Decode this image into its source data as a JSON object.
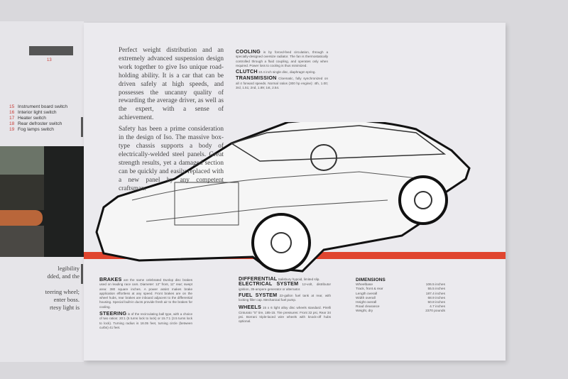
{
  "left_page": {
    "page_number": "13",
    "legend": [
      {
        "num": "15",
        "label": "Instrument board switch"
      },
      {
        "num": "16",
        "label": "Interior light switch"
      },
      {
        "num": "17",
        "label": "Heater switch"
      },
      {
        "num": "18",
        "label": "Rear defroster switch"
      },
      {
        "num": "19",
        "label": "Fog lamps switch"
      }
    ],
    "text_lines": [
      "legibility",
      "dded, and the",
      "",
      "teering wheel;",
      "enter boss.",
      "rtesy light is"
    ]
  },
  "intro": {
    "p1": "Perfect weight distribution and an extremely advanced suspension design work together to give Iso unique road-holding ability. It is a car that can be driven safely at high speeds, and possesses the uncanny quality of rewarding the average driver, as well as the expert, with a sense of achievement.",
    "p2": "Safety has been a prime consideration in the design of Iso. The massive box-type chassis supports a body of electrically-welded steel panels. Great strength results, yet a damaged section can be quickly and easily replaced with a new panel by any competent craftsman."
  },
  "specs_top": [
    {
      "title": "COOLING",
      "text": "is by forced-feed circulation, through a specially-designed oversize radiator. The fan is thermostatically controlled through a fluid coupling, and operates only when required. Power loss to cooling is thus minimized."
    },
    {
      "title": "CLUTCH",
      "text": "10.4 inch single disc, diaphragm spring."
    },
    {
      "title": "TRANSMISSION",
      "text": "Cloematic, fully synchronized on all 4 forward speeds. Normal ratios (300 hp engine): 4th, 1.00; 3rd, 1.51; 2nd, 1.89; 1st, 2.54."
    }
  ],
  "specs_bottom_left": [
    {
      "title": "BRAKES",
      "text": "are the same celebrated Dunlop disc brakes used on leading race cars. Diameter: 12\" front, 11\" rear; swept area: 380 square inches. A power assist makes brake application effortless at any speed. Front brakes are on the wheel hubs, rear brakes are inboard adjacent to the differential housing. Special built-in ducts provide fresh air to the brakes for cooling."
    },
    {
      "title": "STEERING",
      "text": "is of the recirculating ball type, with a choice of two ratios: 20:1 (5 turns lock to lock) or 15.7:1 (3.5 turns lock to lock). Turning radius is 18.05 feet, turning circle (between curbs) 41 feet."
    }
  ],
  "specs_bottom_mid": [
    {
      "title": "DIFFERENTIAL",
      "text": "Salisbury hypoid, limited slip."
    },
    {
      "title": "ELECTRICAL SYSTEM",
      "text": "12-volt, distributor ignition, 35-ampere generator or alternator."
    },
    {
      "title": "FUEL SYSTEM",
      "text": "22-gallon fuel tank at rear, with locking filler cap. Mechanical fuel pump."
    },
    {
      "title": "WHEELS",
      "text": "15 x 6 light alloy disc wheels standard. Pirelli Cinturato \"S\" tire, 185-15. Tire pressures: Front 32 psi, Rear 34 psi. Borrani triple-laced wire wheels with knock-off hubs optional."
    }
  ],
  "dimensions": {
    "title": "DIMENSIONS",
    "rows": [
      {
        "label": "Wheelbase",
        "value": "106.5 inches"
      },
      {
        "label": "Track, front & rear",
        "value": "55.5 inches"
      },
      {
        "label": "Length overall",
        "value": "187.4 inches"
      },
      {
        "label": "Width overall",
        "value": "68.9 inches"
      },
      {
        "label": "Height overall",
        "value": "50.8 inches"
      },
      {
        "label": "Road clearance",
        "value": "4.7 inches"
      },
      {
        "label": "Weight, dry",
        "value": "2370 pounds"
      }
    ]
  },
  "colors": {
    "accent_red": "#e0452f",
    "page": "#ebeaee",
    "background": "#d9d8dc"
  }
}
